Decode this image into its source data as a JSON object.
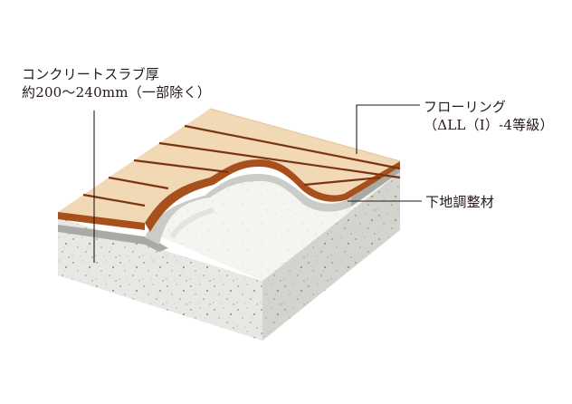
{
  "labels": {
    "slab": {
      "line1": "コンクリートスラブ厚",
      "line2": "約200〜240mm（一部除く）"
    },
    "flooring": {
      "line1": "フローリング",
      "line2": "（ΔLL（Ⅰ）-4等級）"
    },
    "underlay": "下地調整材"
  },
  "colors": {
    "concrete_top": "#f4f4f1",
    "concrete_left": "#e7e7e3",
    "concrete_right": "#d4d4cf",
    "underlay_top": "#cbcbc7",
    "underlay_side": "#a9a9a5",
    "wood_top": "#f1d9b5",
    "wood_edge": "#a8501c",
    "wood_groove": "#7a3411",
    "leader_line": "#231815"
  }
}
